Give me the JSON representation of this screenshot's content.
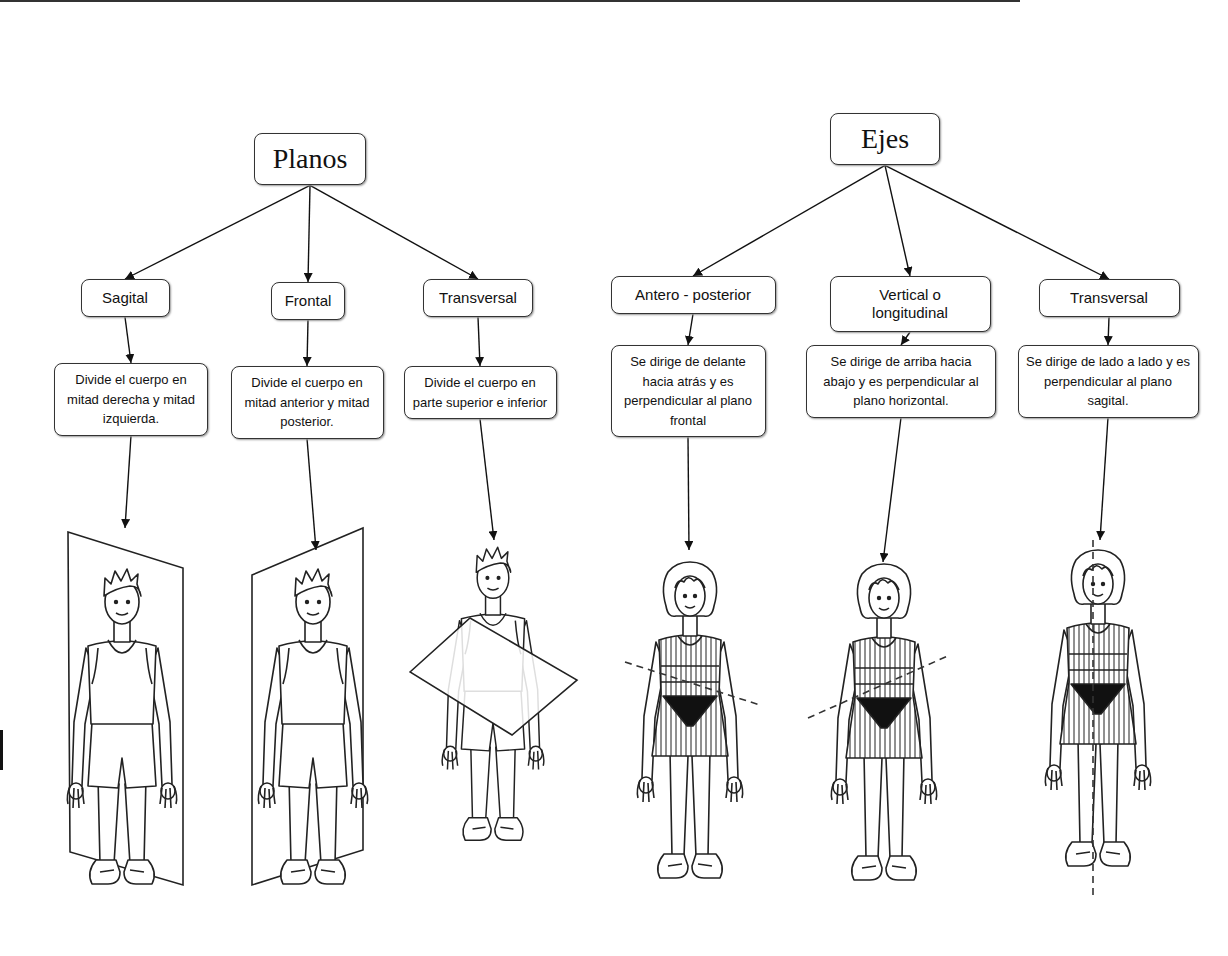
{
  "diagram": {
    "nodes": [
      {
        "text": [
          "Planos"
        ]
      },
      {
        "text": [
          "Sagital"
        ]
      },
      {
        "text": [
          "Frontal"
        ]
      },
      {
        "text": [
          "Transversal"
        ]
      },
      {
        "text": [
          "Divide el cuerpo en mitad derecha y mitad izquierda."
        ]
      },
      {
        "text": [
          "Divide el cuerpo en mitad anterior y mitad posterior."
        ]
      },
      {
        "text": [
          "Divide el cuerpo en parte superior e inferior"
        ]
      },
      {
        "text": [
          "Ejes"
        ]
      },
      {
        "text": [
          "Antero - posterior"
        ]
      },
      {
        "text": [
          "Vertical o longitudinal"
        ]
      },
      {
        "text": [
          "Transversal"
        ]
      },
      {
        "text": [
          "Se dirige de delante hacia atrás y es perpendicular al plano frontal"
        ]
      },
      {
        "text": [
          "Se dirige de arriba hacia abajo y es perpendicular al plano horizontal."
        ]
      },
      {
        "text": [
          "Se dirige de lado a lado y es perpendicular al plano sagital."
        ]
      }
    ],
    "edges": [
      {
        "from": 0,
        "to": 1,
        "arrow": "to"
      },
      {
        "from": 0,
        "to": 2,
        "arrow": "to"
      },
      {
        "from": 0,
        "to": 3,
        "arrow": "to"
      },
      {
        "from": 1,
        "to": 4,
        "arrow": "to"
      },
      {
        "from": 2,
        "to": 5,
        "arrow": "to"
      },
      {
        "from": 3,
        "to": 6,
        "arrow": "to"
      },
      {
        "from": 7,
        "to": 8,
        "arrow": "to"
      },
      {
        "from": 7,
        "to": 9,
        "arrow": "to"
      },
      {
        "from": 7,
        "to": 10,
        "arrow": "to"
      },
      {
        "from": 8,
        "to": 11,
        "arrow": "to"
      },
      {
        "from": 9,
        "to": 12,
        "arrow": "to"
      },
      {
        "from": 10,
        "to": 13,
        "arrow": "to"
      }
    ]
  }
}
